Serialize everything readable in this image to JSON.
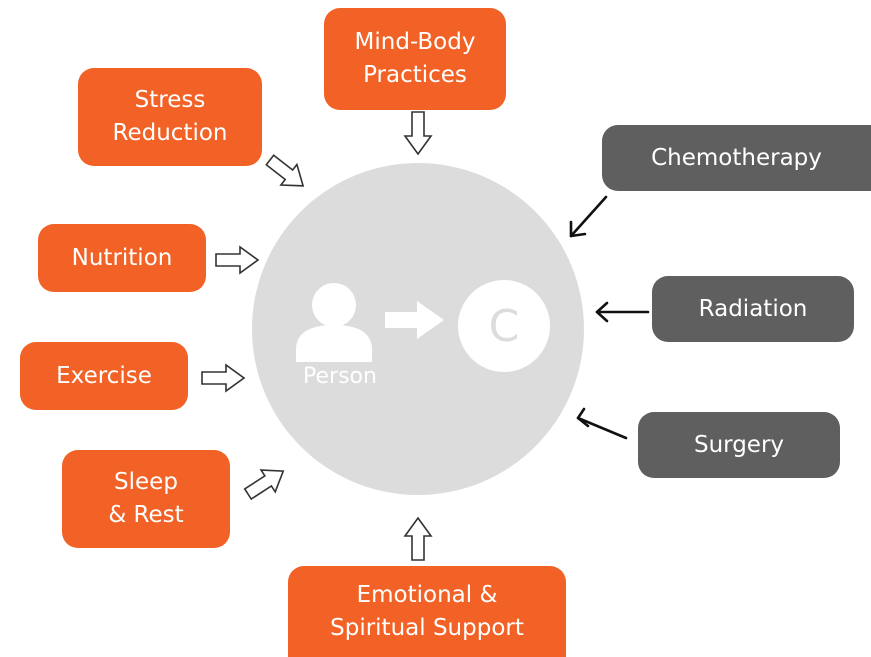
{
  "center": {
    "person_label": "Person",
    "target_letter": "C"
  },
  "integrative": [
    {
      "id": "mind-body",
      "label": "Mind-Body\nPractices"
    },
    {
      "id": "stress",
      "label": "Stress\nReduction"
    },
    {
      "id": "nutrition",
      "label": "Nutrition"
    },
    {
      "id": "exercise",
      "label": "Exercise"
    },
    {
      "id": "sleep",
      "label": "Sleep\n& Rest"
    },
    {
      "id": "emotional",
      "label": "Emotional &\nSpiritual Support"
    }
  ],
  "conventional": [
    {
      "id": "chemo",
      "label": "Chemotherapy"
    },
    {
      "id": "radiation",
      "label": "Radiation"
    },
    {
      "id": "surgery",
      "label": "Surgery"
    }
  ],
  "colors": {
    "integrative_box": "#f26226",
    "conventional_box": "#5f5f5f",
    "center_circle": "#dcdcdc",
    "inner_circle": "#ffffff",
    "arrow_stroke": "#333333"
  },
  "icons": {
    "person": "person-icon",
    "center_arrow": "right-arrow-icon",
    "hollow_arrow": "hollow-arrow-icon",
    "line_arrow": "line-arrow-icon"
  }
}
